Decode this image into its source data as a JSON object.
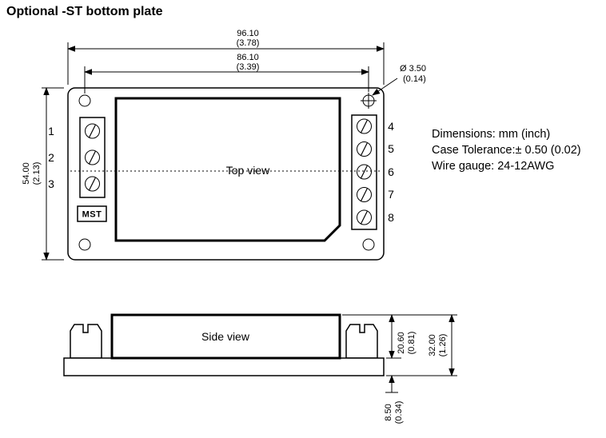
{
  "title": "Optional -ST bottom plate",
  "notes": {
    "dimensions": "Dimensions: mm (inch)",
    "tolerance": "Case Tolerance:± 0.50 (0.02)",
    "wire_gauge": "Wire gauge: 24-12AWG"
  },
  "top_view": {
    "label": "Top view",
    "mst": "MST",
    "pin_numbers_left": [
      "1",
      "2",
      "3"
    ],
    "pin_numbers_right": [
      "4",
      "5",
      "6",
      "7",
      "8"
    ],
    "dim_overall_width": {
      "mm": "96.10",
      "inch": "(3.78)"
    },
    "dim_hole_spacing": {
      "mm": "86.10",
      "inch": "(3.39)"
    },
    "dim_height": {
      "mm": "54.00",
      "inch": "(2.13)"
    },
    "dim_hole_diameter": {
      "mm": "Ø 3.50",
      "inch": "(0.14)"
    }
  },
  "side_view": {
    "label": "Side view",
    "dim_body_height": {
      "mm": "20.60",
      "inch": "(0.81)"
    },
    "dim_total_height": {
      "mm": "32.00",
      "inch": "(1.26)"
    },
    "dim_standoff": {
      "mm": "8.50",
      "inch": "(0.34)"
    }
  }
}
